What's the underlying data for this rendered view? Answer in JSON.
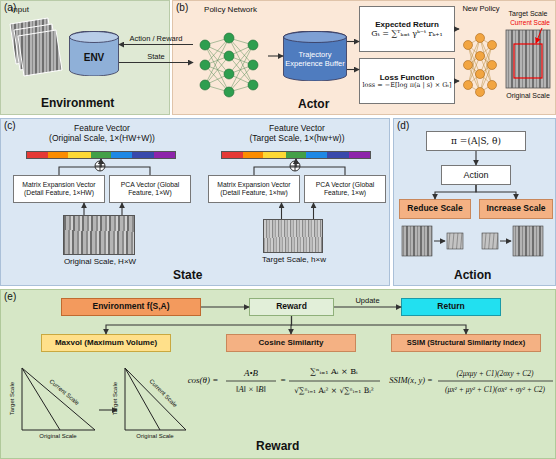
{
  "diagram": {
    "nodes": [
      {
        "text": [
          "(a)",
          "Environment"
        ]
      },
      {
        "text": [
          "ENV"
        ],
        "in": 0
      },
      {
        "text": [
          "(b)",
          "Actor"
        ]
      },
      {
        "text": [
          "Policy Network"
        ],
        "in": 2
      },
      {
        "text": [
          "Trajectory Experience Buffer"
        ],
        "in": 2
      },
      {
        "text": [
          "Expected Return",
          "Gₜ = ∑ᵀₖ₌ₜ γᵏ⁻ᵗ rₖ₊₁"
        ],
        "in": 2
      },
      {
        "text": [
          "Loss Function",
          "loss = −E[log π(a | s) × Gₜ]"
        ],
        "in": 2
      },
      {
        "text": [
          "New Policy"
        ],
        "in": 2
      },
      {
        "text": [
          "(c)",
          "State"
        ]
      },
      {
        "text": [
          "Feature Vector",
          "(Original Scale, 1×(HW+W))"
        ],
        "in": 8
      },
      {
        "text": [
          "Matrix Expansion Vector (Detail Feature, 1×HW)"
        ],
        "in": 8
      },
      {
        "text": [
          "PCA Vector (Global Feature, 1×W)"
        ],
        "in": 8
      },
      {
        "text": [
          "Original Scale, H×W"
        ],
        "in": 8
      },
      {
        "text": [
          "Feature Vector",
          "(Target Scale, 1×(hw+w))"
        ],
        "in": 8
      },
      {
        "text": [
          "Matrix Expansion Vector (Detail Feature, 1×hw)"
        ],
        "in": 8
      },
      {
        "text": [
          "PCA Vector (Global Feature, 1×w)"
        ],
        "in": 8
      },
      {
        "text": [
          "Target Scale, h×w"
        ],
        "in": 8
      },
      {
        "text": [
          "(d)",
          "Action"
        ]
      },
      {
        "text": [
          "π =(A|S, θ)"
        ],
        "in": 17
      },
      {
        "text": [
          "Action"
        ],
        "in": 17
      },
      {
        "text": [
          "Reduce Scale"
        ],
        "in": 17
      },
      {
        "text": [
          "Increase Scale"
        ],
        "in": 17
      },
      {
        "text": [
          "(e)",
          "Reward"
        ]
      },
      {
        "text": [
          "Environment f(S,A)"
        ],
        "in": 22
      },
      {
        "text": [
          "Reward"
        ],
        "in": 22
      },
      {
        "text": [
          "Return"
        ],
        "in": 22
      },
      {
        "text": [
          "Maxvol (Maximum Volume)"
        ],
        "in": 22
      },
      {
        "text": [
          "Cosine Similarity"
        ],
        "in": 22
      },
      {
        "text": [
          "SSIM (Structural Similarity Index)"
        ],
        "in": 22
      }
    ],
    "edges": [
      {
        "from": 3,
        "to": 1,
        "label": "Action / Reward",
        "arrow": "to"
      },
      {
        "from": 1,
        "to": 3,
        "label": "State",
        "arrow": "to"
      },
      {
        "from": 3,
        "to": 4,
        "arrow": "to"
      },
      {
        "from": 4,
        "to": 5,
        "arrow": "to"
      },
      {
        "from": 4,
        "to": 6,
        "arrow": "to"
      },
      {
        "from": 5,
        "to": 7,
        "arrow": "to"
      },
      {
        "from": 6,
        "to": 7,
        "arrow": "to"
      },
      {
        "from": 12,
        "to": 10,
        "arrow": "to"
      },
      {
        "from": 12,
        "to": 11,
        "arrow": "to"
      },
      {
        "from": 10,
        "to": 9,
        "arrow": "to"
      },
      {
        "from": 11,
        "to": 9,
        "arrow": "to"
      },
      {
        "from": 16,
        "to": 14,
        "arrow": "to"
      },
      {
        "from": 16,
        "to": 15,
        "arrow": "to"
      },
      {
        "from": 14,
        "to": 13,
        "arrow": "to"
      },
      {
        "from": 15,
        "to": 13,
        "arrow": "to"
      },
      {
        "from": 18,
        "to": 19,
        "arrow": "to"
      },
      {
        "from": 19,
        "to": 20,
        "arrow": "to"
      },
      {
        "from": 19,
        "to": 21,
        "arrow": "to"
      },
      {
        "from": 23,
        "to": 24,
        "arrow": "to"
      },
      {
        "from": 24,
        "to": 25,
        "label": "Update",
        "arrow": "to"
      },
      {
        "from": 24,
        "to": 26,
        "arrow": "to"
      },
      {
        "from": 24,
        "to": 27,
        "arrow": "to"
      },
      {
        "from": 24,
        "to": 28,
        "arrow": "to"
      }
    ],
    "labels": [
      "Input",
      "Target Scale",
      "Current Scale",
      "Original Scale",
      "Target Scale",
      "Current Scale",
      "Original Scale",
      "Target Scale",
      "Current Scale",
      "Original Scale",
      "cos(θ) =",
      "A•B",
      "‖A‖ × ‖B‖",
      "=",
      "∑ⁿᵢ₌₁ Aᵢ × Bᵢ",
      "√∑ⁿᵢ₌₁ Aᵢ² × √∑ⁿᵢ₌₁ Bᵢ²",
      "SSIM(x, y) =",
      "(2μxμy + C1)(2σxy + C2)",
      "(μx² + μy² + C1)(σx² + σy² + C2)"
    ]
  }
}
